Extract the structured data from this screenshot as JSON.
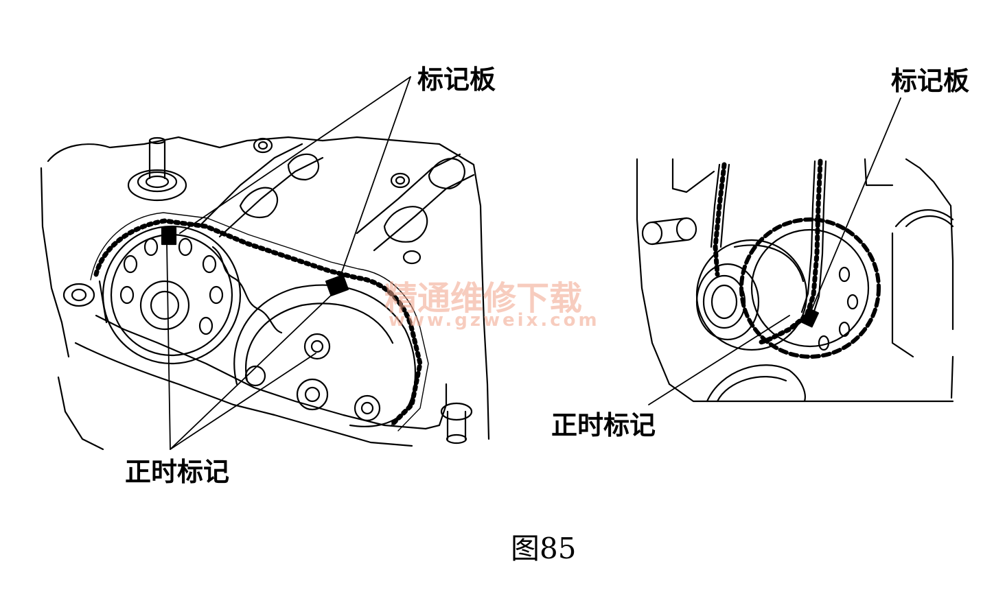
{
  "figure": {
    "caption": "图85",
    "left_panel": {
      "label_plate": "标记板",
      "label_timing": "正时标记"
    },
    "right_panel": {
      "label_plate": "标记板",
      "label_timing": "正时标记"
    }
  },
  "watermark": {
    "text_cn": "精通维修下载",
    "text_url": "www.gzweix.com",
    "color": "#f2a48a"
  },
  "colors": {
    "ink": "#000000",
    "paper": "#ffffff"
  }
}
